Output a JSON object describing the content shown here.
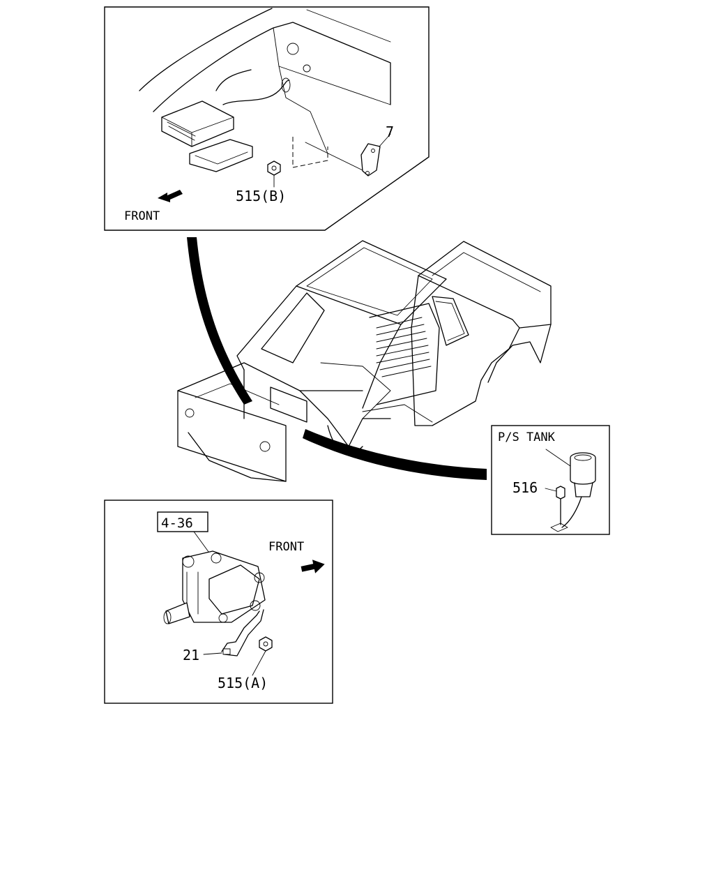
{
  "diagram": {
    "inset_top": {
      "front_label": "FRONT",
      "callout_7": "7",
      "callout_515b": "515(B)"
    },
    "inset_right": {
      "title": "P/S TANK",
      "callout_516": "516"
    },
    "inset_bottom": {
      "ref_box": "4-36",
      "front_label": "FRONT",
      "callout_21": "21",
      "callout_515a": "515(A)"
    }
  }
}
